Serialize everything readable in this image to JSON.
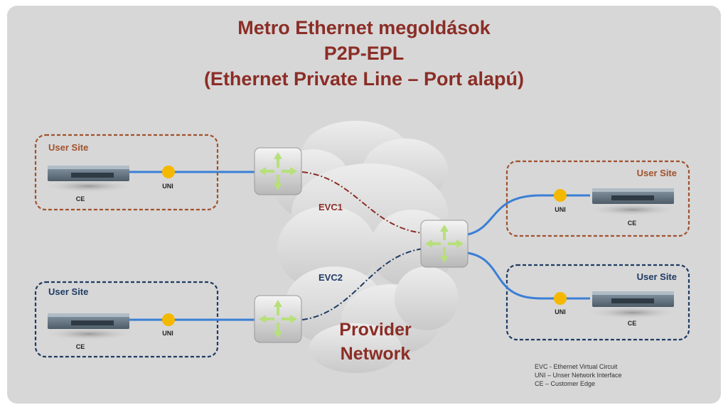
{
  "title": {
    "line1": "Metro Ethernet megoldások",
    "line2": "P2P-EPL",
    "line3": "(Ethernet Private Line – Port alapú)"
  },
  "colors": {
    "title": "#8b2d26",
    "brown_site": "#a0522d",
    "blue_site": "#1f3b64",
    "evc1_line": "#8b2d26",
    "evc2_line": "#1f3b64",
    "access_line": "#3a7fd5",
    "uni_dot": "#f5b800"
  },
  "sites": {
    "top_left": {
      "label": "User Site",
      "device": "CE",
      "port": "UNI"
    },
    "bottom_left": {
      "label": "User Site",
      "device": "CE",
      "port": "UNI"
    },
    "top_right": {
      "label": "User Site",
      "device": "CE",
      "port": "UNI"
    },
    "bottom_right": {
      "label": "User Site",
      "device": "CE",
      "port": "UNI"
    }
  },
  "evc": {
    "evc1": "EVC1",
    "evc2": "EVC2"
  },
  "provider": {
    "line1": "Provider",
    "line2": "Network"
  },
  "legend": [
    "EVC - Ethernet Virtual Circuit",
    "UNI – Unser Network Interface",
    "CE – Customer Edge"
  ]
}
